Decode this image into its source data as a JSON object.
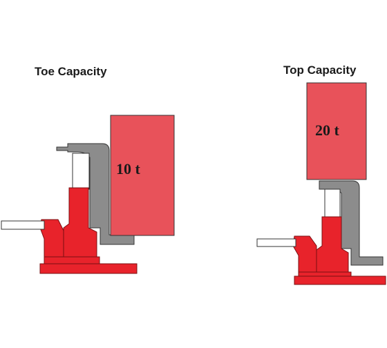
{
  "panels": {
    "toe": {
      "title": "Toe Capacity",
      "capacity": "10 t"
    },
    "top": {
      "title": "Top Capacity",
      "capacity": "20 t"
    }
  },
  "colors": {
    "jack_red": "#e8232b",
    "load_red": "#e8525a",
    "gray_claw": "#8c8c8c",
    "outline": "#1a1a1a"
  }
}
